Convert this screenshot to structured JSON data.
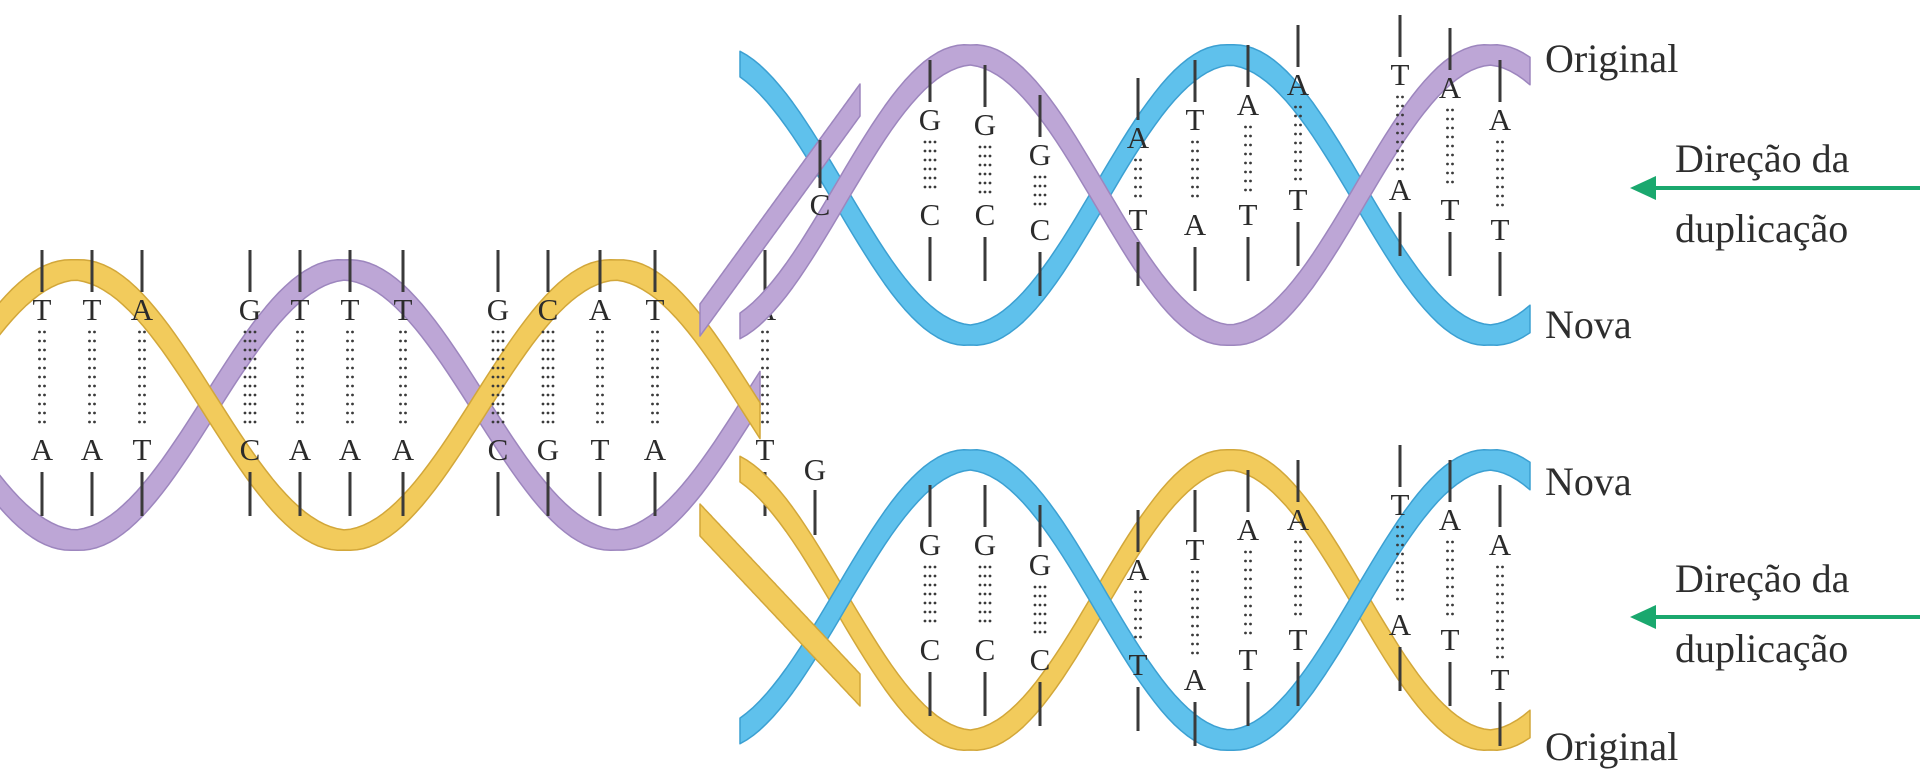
{
  "colors": {
    "yellow_strand": "#F2CB5C",
    "yellow_strand_dark": "#D2A73A",
    "purple_strand": "#BDA6D6",
    "purple_strand_dark": "#9D86BE",
    "blue_strand": "#5FC1EC",
    "blue_strand_dark": "#3CA0D2",
    "arrow": "#1AA86E",
    "text": "#2e2e2e"
  },
  "strand_labels": {
    "top_upper": "Original",
    "top_lower": "Nova",
    "bottom_upper": "Nova",
    "bottom_lower": "Original"
  },
  "direction_label": {
    "line1": "Direção da",
    "line2": "duplicação"
  },
  "parent_pairs": [
    {
      "top": "T",
      "bottom": "A",
      "bonds": 2
    },
    {
      "top": "T",
      "bottom": "A",
      "bonds": 2
    },
    {
      "top": "A",
      "bottom": "T",
      "bonds": 2
    },
    {
      "top": "G",
      "bottom": "C",
      "bonds": 3
    },
    {
      "top": "T",
      "bottom": "A",
      "bonds": 2
    },
    {
      "top": "T",
      "bottom": "A",
      "bonds": 2
    },
    {
      "top": "T",
      "bottom": "A",
      "bonds": 2
    },
    {
      "top": "G",
      "bottom": "C",
      "bonds": 3
    },
    {
      "top": "C",
      "bottom": "G",
      "bonds": 3
    },
    {
      "top": "A",
      "bottom": "T",
      "bonds": 2
    },
    {
      "top": "T",
      "bottom": "A",
      "bonds": 2
    },
    {
      "top": "A",
      "bottom": "T",
      "bonds": 2
    }
  ],
  "fork_bases": {
    "top": "C",
    "bottom": "G"
  },
  "daughter_pairs": [
    {
      "top": "G",
      "bottom": "C",
      "bonds": 3
    },
    {
      "top": "G",
      "bottom": "C",
      "bonds": 3
    },
    {
      "top": "G",
      "bottom": "C",
      "bonds": 3
    },
    {
      "top": "A",
      "bottom": "T",
      "bonds": 2
    },
    {
      "top": "T",
      "bottom": "A",
      "bonds": 2
    },
    {
      "top": "A",
      "bottom": "T",
      "bonds": 2
    },
    {
      "top": "A",
      "bottom": "T",
      "bonds": 2
    },
    {
      "top": "T",
      "bottom": "A",
      "bonds": 2
    },
    {
      "top": "A",
      "bottom": "T",
      "bonds": 2
    },
    {
      "top": "A",
      "bottom": "T",
      "bonds": 2
    }
  ]
}
